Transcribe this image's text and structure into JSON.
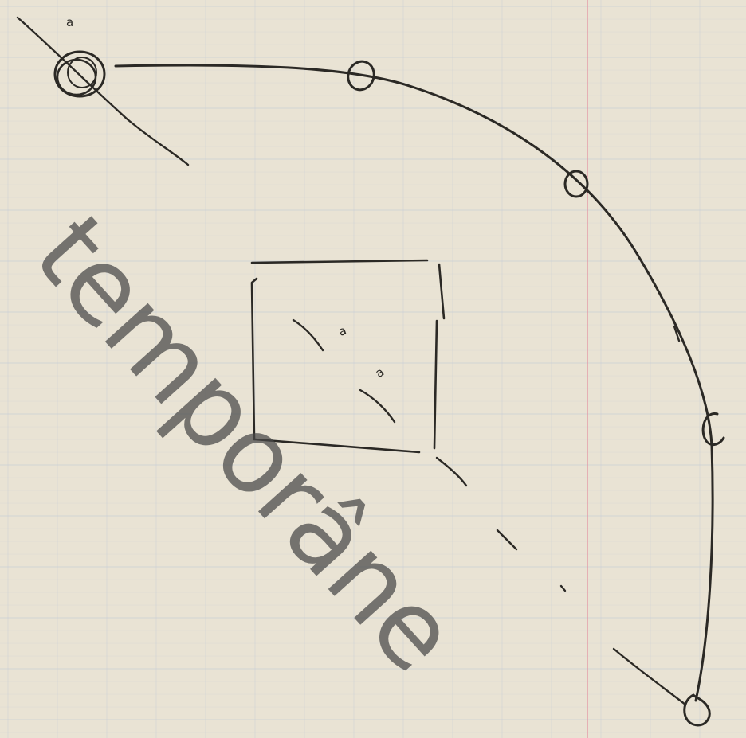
{
  "paper": {
    "background": "#e9e3d4",
    "grid_color": "#c9cfd6",
    "margin_line_color": "#e39aa6",
    "ink_color": "#2b2925"
  },
  "labels": {
    "top_left_mark": "a",
    "inner_mark_upper": "a",
    "inner_mark_lower": "a"
  },
  "watermark": {
    "text": "temporâne",
    "color": "#555555"
  }
}
